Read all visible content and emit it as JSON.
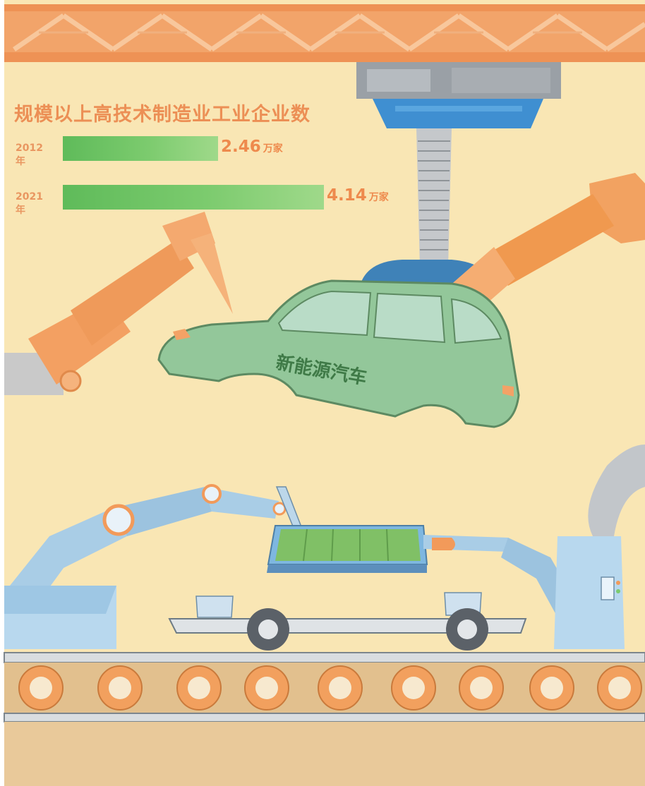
{
  "chart_data": {
    "type": "bar",
    "orientation": "horizontal",
    "title": "规模以上高技术制造业工业企业数",
    "categories": [
      "2012年",
      "2021年"
    ],
    "values": [
      2.46,
      4.14
    ],
    "value_labels": [
      "2.46",
      "4.14"
    ],
    "unit": "万家",
    "xlim": [
      0,
      4.14
    ],
    "grid": false,
    "bar_color": "#6cc263"
  },
  "illustration": {
    "car_label": "新能源汽车"
  },
  "colors": {
    "background": "#f9e6b4",
    "accent_orange": "#ec8f55",
    "robot_blue": "#a9cde6",
    "car_green": "#93c79a",
    "conveyor_tan": "#e2c08e"
  }
}
